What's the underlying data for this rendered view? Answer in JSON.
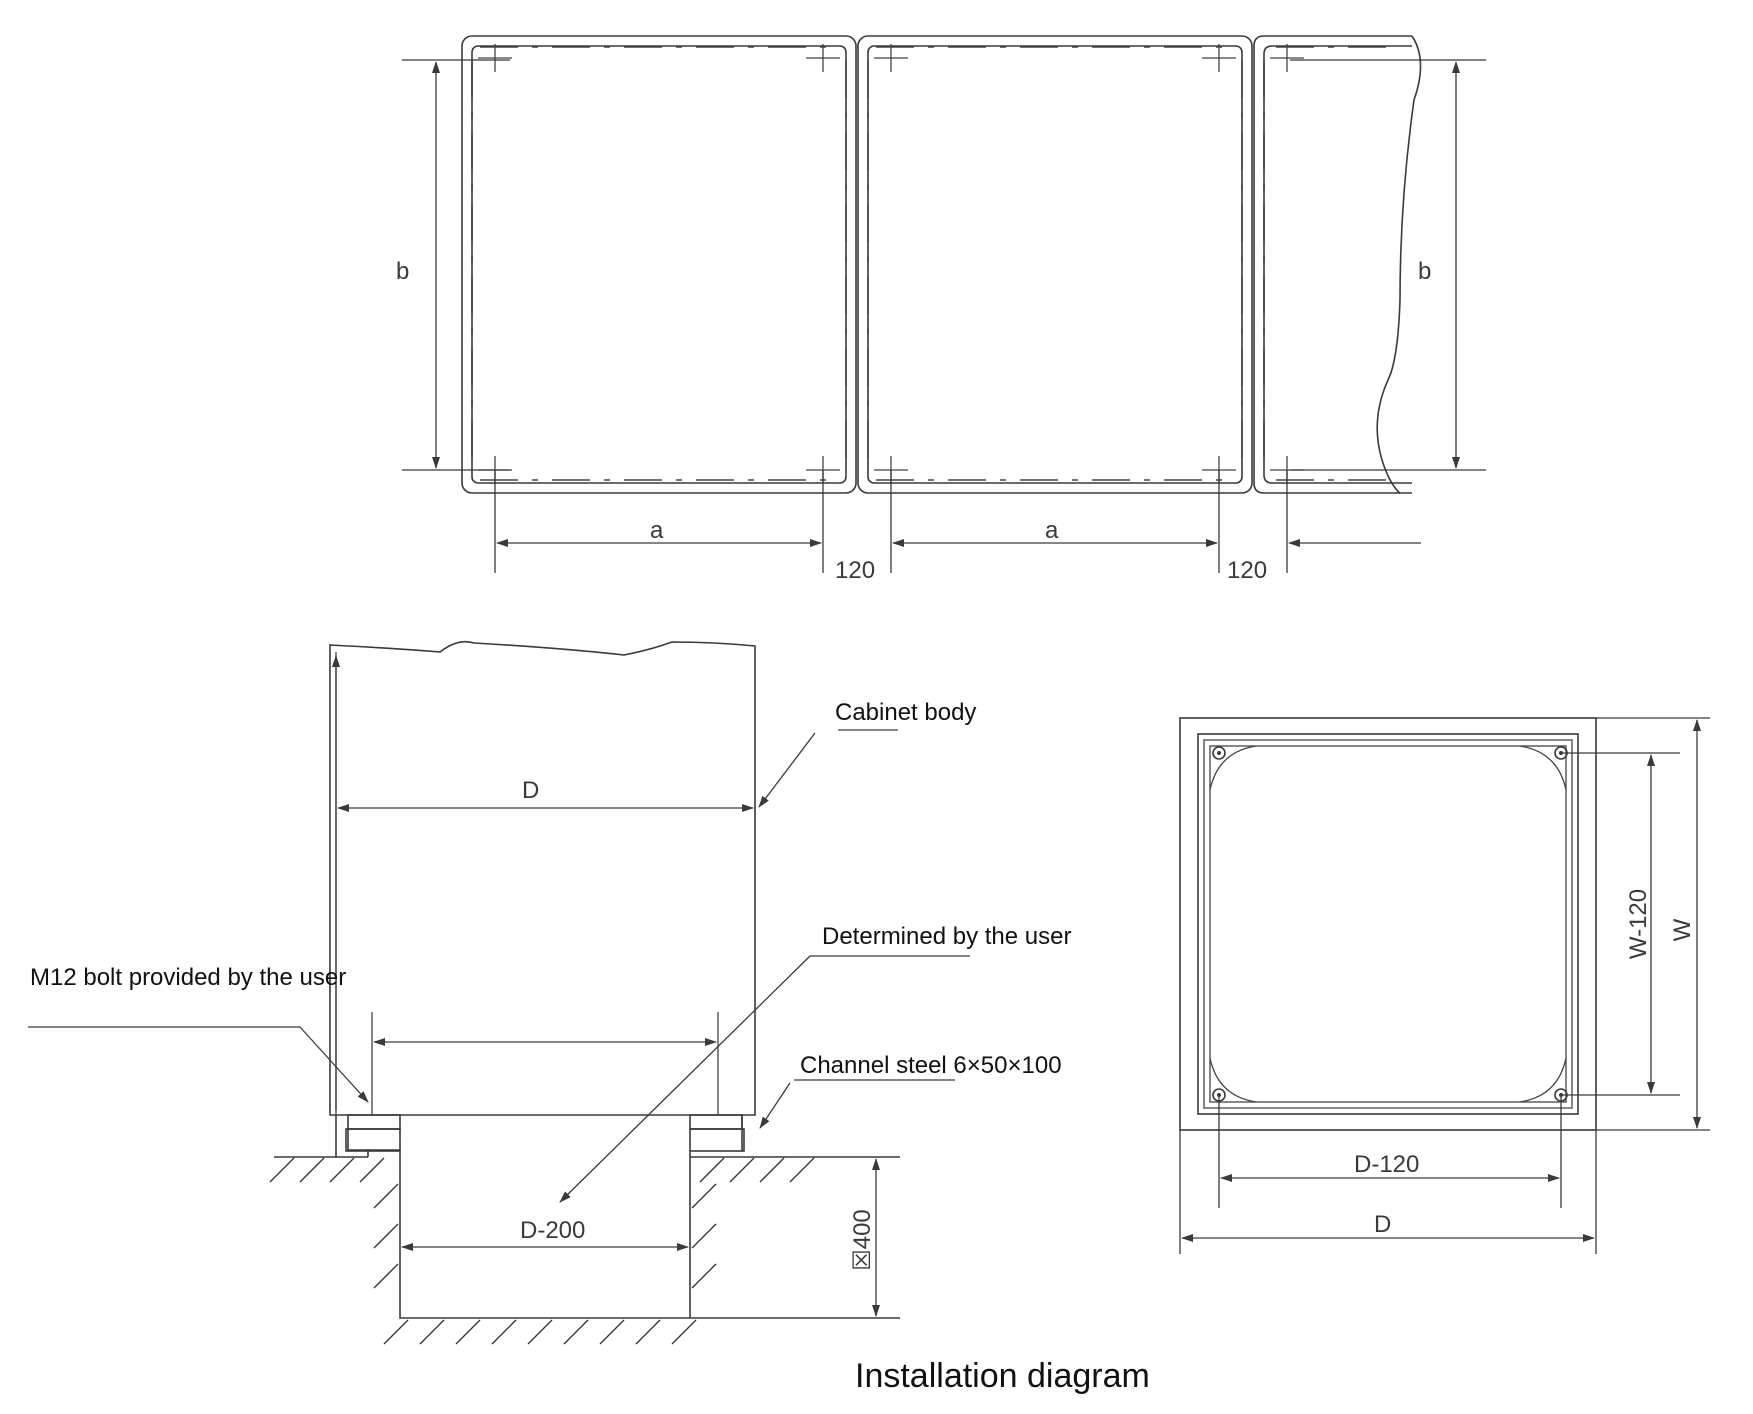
{
  "plan_view": {
    "dim_a_left": "a",
    "dim_a_right": "a",
    "dim_b_left": "b",
    "dim_b_right": "b",
    "gap_left": "120",
    "gap_right": "120"
  },
  "side_view": {
    "dim_depth": "D",
    "dim_pit": "D-200",
    "dim_pit_depth": "☒400",
    "label_cabinet": "Cabinet body",
    "label_determined": "Determined by the user",
    "label_bolt": "M12 bolt provided by the user",
    "label_channel": "Channel steel 6×50×100"
  },
  "base_view": {
    "dim_d_inner": "D-120",
    "dim_d_outer": "D",
    "dim_w_inner": "W-120",
    "dim_w_outer": "W"
  },
  "caption": "Installation diagram",
  "colors": {
    "line": "#3a3a3a",
    "text": "#111111",
    "background": "#ffffff"
  }
}
